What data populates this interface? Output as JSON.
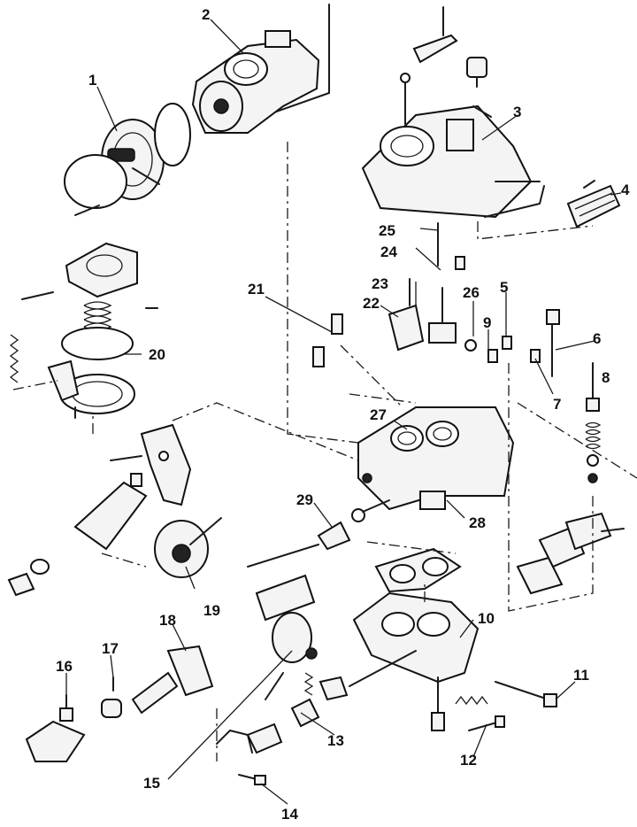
{
  "callouts": [
    {
      "id": "1",
      "text": "1"
    },
    {
      "id": "2",
      "text": "2"
    },
    {
      "id": "3",
      "text": "3"
    },
    {
      "id": "4",
      "text": "4"
    },
    {
      "id": "5",
      "text": "5"
    },
    {
      "id": "6",
      "text": "6"
    },
    {
      "id": "7",
      "text": "7"
    },
    {
      "id": "8",
      "text": "8"
    },
    {
      "id": "9",
      "text": "9"
    },
    {
      "id": "10",
      "text": "10"
    },
    {
      "id": "11",
      "text": "11"
    },
    {
      "id": "12",
      "text": "12"
    },
    {
      "id": "13",
      "text": "13"
    },
    {
      "id": "14",
      "text": "14"
    },
    {
      "id": "15",
      "text": "15"
    },
    {
      "id": "16",
      "text": "16"
    },
    {
      "id": "17",
      "text": "17"
    },
    {
      "id": "18",
      "text": "18"
    },
    {
      "id": "19",
      "text": "19"
    },
    {
      "id": "20",
      "text": "20"
    },
    {
      "id": "21",
      "text": "21"
    },
    {
      "id": "22",
      "text": "22"
    },
    {
      "id": "23",
      "text": "23"
    },
    {
      "id": "24",
      "text": "24"
    },
    {
      "id": "25",
      "text": "25"
    },
    {
      "id": "26",
      "text": "26"
    },
    {
      "id": "27",
      "text": "27"
    },
    {
      "id": "28",
      "text": "28"
    },
    {
      "id": "29",
      "text": "29"
    }
  ],
  "colors": {
    "ink": "#111111",
    "paper": "#ffffff"
  }
}
